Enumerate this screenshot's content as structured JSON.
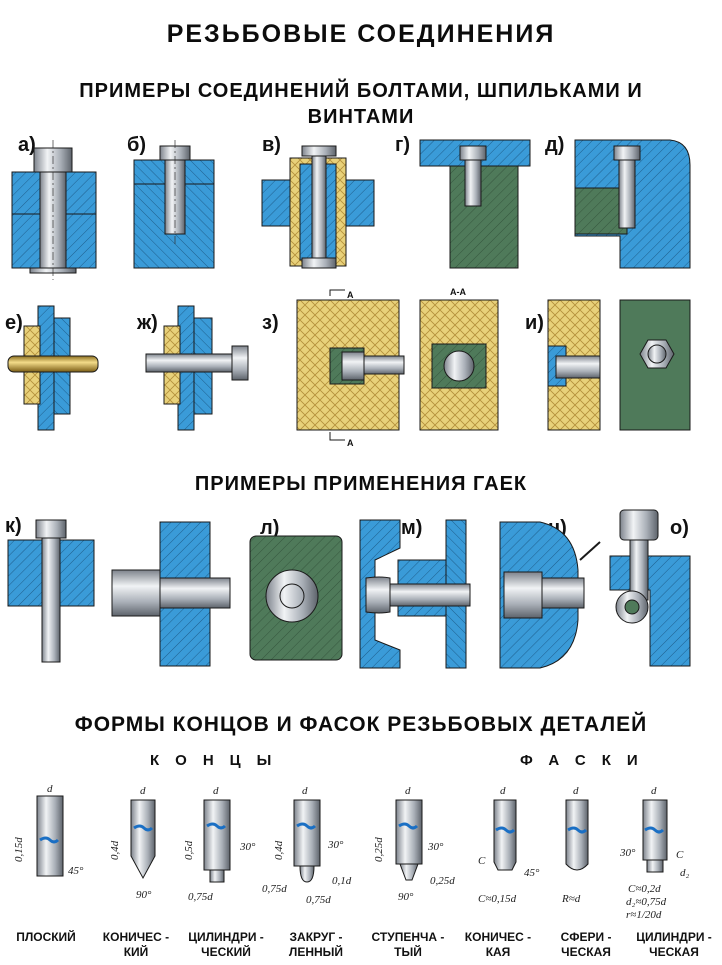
{
  "title": "РЕЗЬБОВЫЕ СОЕДИНЕНИЯ",
  "section1": "ПРИМЕРЫ СОЕДИНЕНИЙ БОЛТАМИ, ШПИЛЬКАМИ И ВИНТАМИ",
  "section2": "ПРИМЕРЫ ПРИМЕНЕНИЯ ГАЕК",
  "section3": "ФОРМЫ КОНЦОВ И ФАСОК РЕЗЬБОВЫХ ДЕТАЛЕЙ",
  "ends_label": "КОНЦЫ",
  "chamfers_label": "ФАСКИ",
  "labels": {
    "a": "а)",
    "b": "б)",
    "v": "в)",
    "g": "г)",
    "d": "д)",
    "e": "е)",
    "zh": "ж)",
    "z": "з)",
    "i": "и)",
    "k": "к)",
    "l": "л)",
    "m": "м)",
    "n": "н)",
    "o": "о)"
  },
  "section_marks": {
    "a_top": "А",
    "a_bottom": "А",
    "aa": "А-А"
  },
  "captions": [
    "ПЛОСКИЙ",
    "КОНИЧЕС -\nКИЙ",
    "ЦИЛИНДРИ -\nЧЕСКИЙ",
    "ЗАКРУГ -\nЛЕННЫЙ",
    "СТУПЕНЧА -\nТЫЙ",
    "КОНИЧЕС -\nКАЯ",
    "СФЕРИ -\nЧЕСКАЯ",
    "ЦИЛИНДРИ -\nЧЕСКАЯ"
  ],
  "dims": {
    "d": "d",
    "d015": "0,15d",
    "a45": "45°",
    "d04": "0,4d",
    "a90": "90°",
    "d05": "0,5d",
    "a30": "30°",
    "d075": "0,75d",
    "d01": "0,1d",
    "d025": "0,25d",
    "c": "C",
    "c015": "C≈0,15d",
    "r": "R≈d",
    "c02": "C≈0,2d",
    "d2": "d₂",
    "d2v": "d₂≈0,75d",
    "r20": "r≈1/20d"
  },
  "colors": {
    "blue": "#3a9bd8",
    "green": "#4f7a5a",
    "yellow": "#e8d17a",
    "steel": "#c8ccd2",
    "outline": "#1a1a1a"
  }
}
